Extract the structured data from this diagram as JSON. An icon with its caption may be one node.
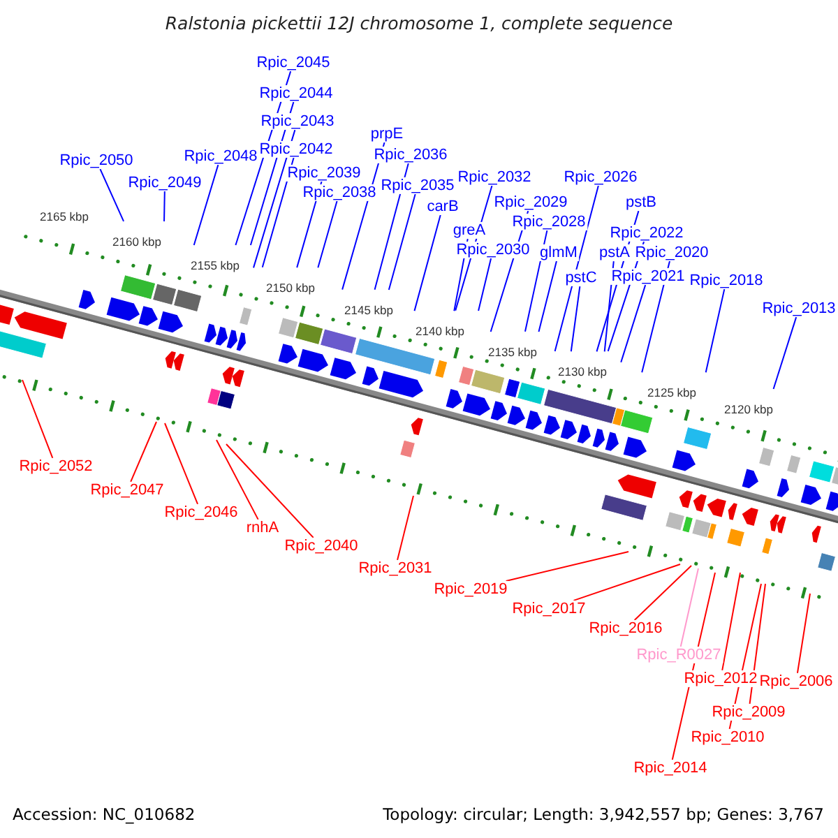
{
  "diagram": {
    "title": "Ralstonia pickettii 12J chromosome 1, complete sequence",
    "nodes": [
      {
        "text": [
          "Rpic_2045"
        ]
      },
      {
        "text": [
          "Rpic_2044"
        ]
      },
      {
        "text": [
          "Rpic_2043"
        ]
      },
      {
        "text": [
          "prpE"
        ]
      },
      {
        "text": [
          "Rpic_2042"
        ]
      },
      {
        "text": [
          "Rpic_2036"
        ]
      },
      {
        "text": [
          "Rpic_2048"
        ]
      },
      {
        "text": [
          "Rpic_2050"
        ]
      },
      {
        "text": [
          "Rpic_2039"
        ]
      },
      {
        "text": [
          "Rpic_2032"
        ]
      },
      {
        "text": [
          "Rpic_2026"
        ]
      },
      {
        "text": [
          "Rpic_2049"
        ]
      },
      {
        "text": [
          "Rpic_2035"
        ]
      },
      {
        "text": [
          "Rpic_2038"
        ]
      },
      {
        "text": [
          "Rpic_2029"
        ]
      },
      {
        "text": [
          "pstB"
        ]
      },
      {
        "text": [
          "carB"
        ]
      },
      {
        "text": [
          "Rpic_2028"
        ]
      },
      {
        "text": [
          "greA"
        ]
      },
      {
        "text": [
          "Rpic_2022"
        ]
      },
      {
        "text": [
          "Rpic_2030"
        ]
      },
      {
        "text": [
          "glmM"
        ]
      },
      {
        "text": [
          "pstA"
        ]
      },
      {
        "text": [
          "Rpic_2020"
        ]
      },
      {
        "text": [
          "pstC"
        ]
      },
      {
        "text": [
          "Rpic_2021"
        ]
      },
      {
        "text": [
          "Rpic_2018"
        ]
      },
      {
        "text": [
          "Rpic_2013"
        ]
      },
      {
        "text": [
          "Rpic_2052"
        ]
      },
      {
        "text": [
          "Rpic_2047"
        ]
      },
      {
        "text": [
          "Rpic_2046"
        ]
      },
      {
        "text": [
          "rnhA"
        ]
      },
      {
        "text": [
          "Rpic_2040"
        ]
      },
      {
        "text": [
          "Rpic_2031"
        ]
      },
      {
        "text": [
          "Rpic_2019"
        ]
      },
      {
        "text": [
          "Rpic_2017"
        ]
      },
      {
        "text": [
          "Rpic_2016"
        ]
      },
      {
        "text": [
          "Rpic_R0027"
        ]
      },
      {
        "text": [
          "Rpic_2012"
        ]
      },
      {
        "text": [
          "Rpic_2006"
        ]
      },
      {
        "text": [
          "Rpic_2009"
        ]
      },
      {
        "text": [
          "Rpic_2010"
        ]
      },
      {
        "text": [
          "Rpic_2014"
        ]
      }
    ],
    "edges": [
      {
        "from": 0,
        "to": null,
        "arrow": "none"
      },
      {
        "from": 1,
        "to": null,
        "arrow": "none"
      },
      {
        "from": 2,
        "to": null,
        "arrow": "none"
      },
      {
        "from": 3,
        "to": null,
        "arrow": "none"
      },
      {
        "from": 4,
        "to": null,
        "arrow": "none"
      },
      {
        "from": 5,
        "to": null,
        "arrow": "none"
      },
      {
        "from": 6,
        "to": null,
        "arrow": "none"
      },
      {
        "from": 7,
        "to": null,
        "arrow": "none"
      },
      {
        "from": 8,
        "to": null,
        "arrow": "none"
      },
      {
        "from": 9,
        "to": null,
        "arrow": "none"
      },
      {
        "from": 10,
        "to": null,
        "arrow": "none"
      },
      {
        "from": 11,
        "to": null,
        "arrow": "none"
      },
      {
        "from": 12,
        "to": null,
        "arrow": "none"
      },
      {
        "from": 13,
        "to": null,
        "arrow": "none"
      },
      {
        "from": 14,
        "to": null,
        "arrow": "none"
      },
      {
        "from": 15,
        "to": null,
        "arrow": "none"
      },
      {
        "from": 16,
        "to": null,
        "arrow": "none"
      },
      {
        "from": 17,
        "to": null,
        "arrow": "none"
      },
      {
        "from": 18,
        "to": null,
        "arrow": "none"
      },
      {
        "from": 19,
        "to": null,
        "arrow": "none"
      },
      {
        "from": 20,
        "to": null,
        "arrow": "none"
      },
      {
        "from": 21,
        "to": null,
        "arrow": "none"
      },
      {
        "from": 22,
        "to": null,
        "arrow": "none"
      },
      {
        "from": 23,
        "to": null,
        "arrow": "none"
      },
      {
        "from": 24,
        "to": null,
        "arrow": "none"
      },
      {
        "from": 25,
        "to": null,
        "arrow": "none"
      },
      {
        "from": 26,
        "to": null,
        "arrow": "none"
      },
      {
        "from": 27,
        "to": null,
        "arrow": "none"
      },
      {
        "from": 28,
        "to": null,
        "arrow": "none",
        "color": "#ff0000"
      },
      {
        "from": 29,
        "to": null,
        "arrow": "none",
        "color": "#ff0000"
      },
      {
        "from": 30,
        "to": null,
        "arrow": "none",
        "color": "#ff0000"
      },
      {
        "from": 31,
        "to": null,
        "arrow": "none",
        "color": "#ff0000"
      },
      {
        "from": 32,
        "to": null,
        "arrow": "none",
        "color": "#ff0000"
      },
      {
        "from": 33,
        "to": null,
        "arrow": "none",
        "color": "#ff0000"
      },
      {
        "from": 34,
        "to": null,
        "arrow": "none",
        "color": "#ff0000"
      },
      {
        "from": 35,
        "to": null,
        "arrow": "none",
        "color": "#ff0000"
      },
      {
        "from": 36,
        "to": null,
        "arrow": "none",
        "color": "#ff0000"
      },
      {
        "from": 37,
        "to": null,
        "arrow": "none",
        "color": "#ff99cc"
      },
      {
        "from": 38,
        "to": null,
        "arrow": "none",
        "color": "#ff0000"
      },
      {
        "from": 39,
        "to": null,
        "arrow": "none",
        "color": "#ff0000"
      },
      {
        "from": 40,
        "to": null,
        "arrow": "none",
        "color": "#ff0000"
      },
      {
        "from": 41,
        "to": null,
        "arrow": "none",
        "color": "#ff0000"
      },
      {
        "from": 42,
        "to": null,
        "arrow": "none",
        "color": "#ff0000"
      }
    ],
    "labels": [
      "2165 kbp",
      "2160 kbp",
      "2155 kbp",
      "2150 kbp",
      "2145 kbp",
      "2140 kbp",
      "2135 kbp",
      "2130 kbp",
      "2125 kbp",
      "2120 kbp",
      "Accession: NC_010682",
      "Topology: circular; Length: 3,942,557 bp; Genes: 3,767"
    ]
  }
}
